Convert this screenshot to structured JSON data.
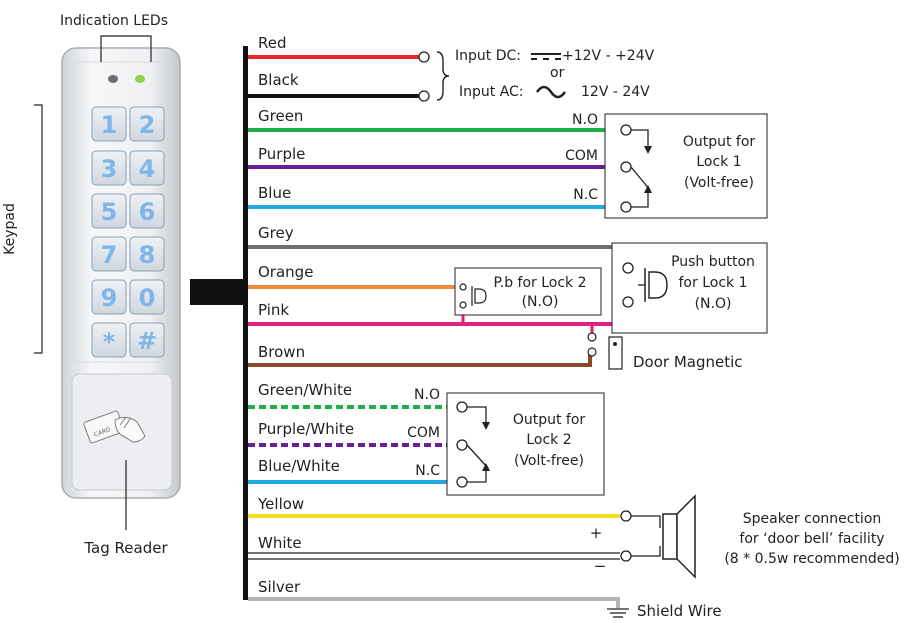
{
  "colors": {
    "red": "#e6262c",
    "black": "#111111",
    "green": "#1fae4c",
    "purple": "#6a1d9a",
    "blue": "#22a8e0",
    "grey": "#6e6e6e",
    "orange": "#ef8a3c",
    "pink": "#e0217f",
    "brown": "#8a4a2a",
    "yellow": "#f2e01c",
    "silver": "#b3b3b3",
    "led_green": "#8ed64a"
  },
  "device": {
    "leds_label": "Indication LEDs",
    "keypad_label": "Keypad",
    "tag_reader_label": "Tag Reader",
    "card_text": "CARD",
    "keys": [
      "1",
      "2",
      "3",
      "4",
      "5",
      "6",
      "7",
      "8",
      "9",
      "0",
      "*",
      "#"
    ]
  },
  "wires": {
    "red": "Red",
    "black": "Black",
    "green": "Green",
    "purple": "Purple",
    "blue": "Blue",
    "grey": "Grey",
    "orange": "Orange",
    "pink": "Pink",
    "brown": "Brown",
    "green_white": "Green/White",
    "purple_white": "Purple/White",
    "blue_white": "Blue/White",
    "yellow": "Yellow",
    "white": "White",
    "silver": "Silver"
  },
  "power": {
    "input_dc": "Input DC:",
    "dc_range": "+12V - +24V",
    "or": "or",
    "input_ac": "Input AC:",
    "ac_range": "12V -  24V"
  },
  "lock1_output": {
    "no": "N.O",
    "com": "COM",
    "nc": "N.C",
    "line1": "Output for",
    "line2": "Lock 1",
    "line3": "(Volt-free)"
  },
  "push_button": {
    "line1": "Push button",
    "line2": "for Lock 1",
    "line3": "(N.O)"
  },
  "pb_lock2": {
    "line1": "P.b for Lock 2",
    "line2": "(N.O)"
  },
  "door_magnetic": "Door Magnetic",
  "lock2_output": {
    "no": "N.O",
    "com": "COM",
    "nc": "N.C",
    "line1": "Output for",
    "line2": "Lock 2",
    "line3": "(Volt-free)"
  },
  "speaker": {
    "plus": "+",
    "minus": "−",
    "line1": "Speaker connection",
    "line2": "for ‘door bell’ facility",
    "line3": "(8 * 0.5w recommended)"
  },
  "shield": "Shield Wire"
}
